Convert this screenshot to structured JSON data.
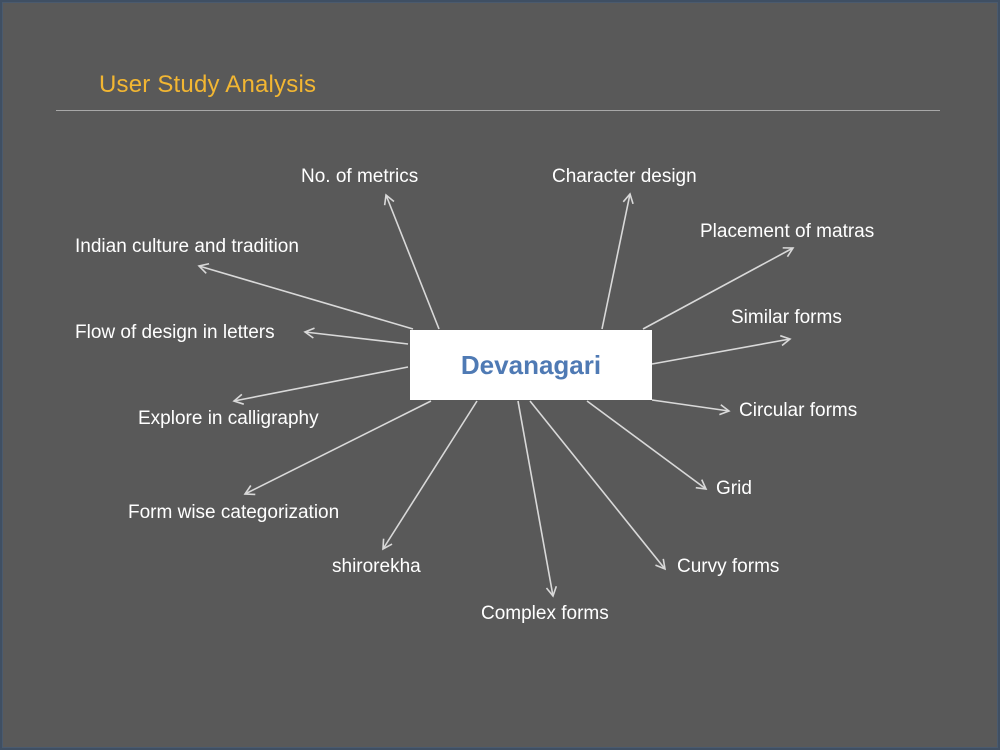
{
  "slide": {
    "title": "User Study Analysis",
    "title_color": "#f2b632",
    "background": "#595959"
  },
  "diagram": {
    "center": {
      "label": "Devanagari",
      "color": "#4f7ab4"
    },
    "nodes": [
      {
        "id": "no-of-metrics",
        "label": "No. of metrics"
      },
      {
        "id": "character-design",
        "label": "Character design"
      },
      {
        "id": "placement-of-matras",
        "label": "Placement of matras"
      },
      {
        "id": "indian-culture",
        "label": "Indian culture and tradition"
      },
      {
        "id": "similar-forms",
        "label": "Similar forms"
      },
      {
        "id": "flow-of-design",
        "label": "Flow of design in letters"
      },
      {
        "id": "circular-forms",
        "label": "Circular forms"
      },
      {
        "id": "explore-calligraphy",
        "label": "Explore in calligraphy"
      },
      {
        "id": "grid",
        "label": "Grid"
      },
      {
        "id": "form-wise",
        "label": "Form wise categorization"
      },
      {
        "id": "shirorekha",
        "label": "shirorekha"
      },
      {
        "id": "curvy-forms",
        "label": "Curvy forms"
      },
      {
        "id": "complex-forms",
        "label": "Complex forms"
      }
    ],
    "arrow_color": "#d9d9d9"
  }
}
